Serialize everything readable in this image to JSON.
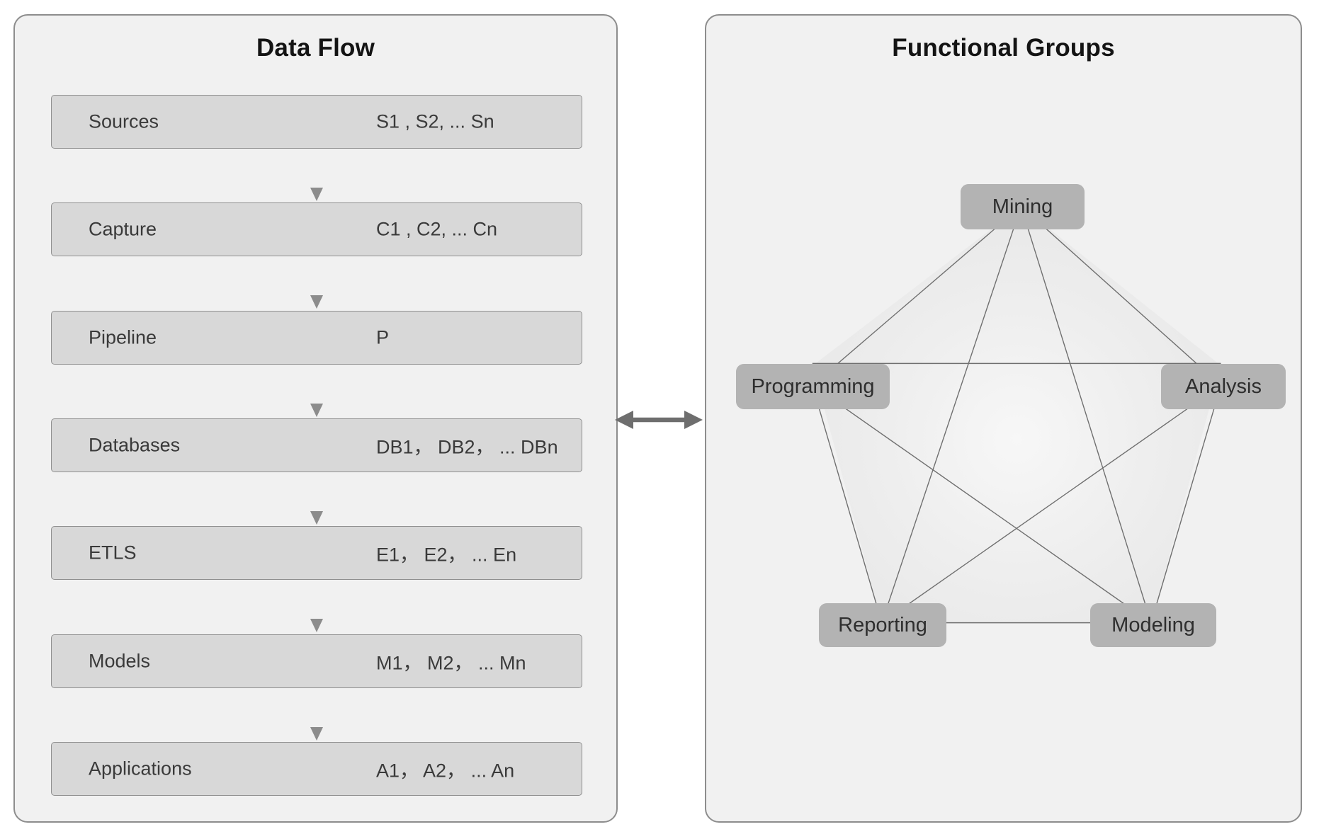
{
  "left_panel": {
    "title": "Data Flow",
    "rows": [
      {
        "label": "Sources",
        "value": "S1 , S2, ... Sn"
      },
      {
        "label": "Capture",
        "value": "C1 , C2, ... Cn"
      },
      {
        "label": "Pipeline",
        "value": "P"
      },
      {
        "label": "Databases",
        "value": "DB1， DB2， ... DBn"
      },
      {
        "label": "ETLS",
        "value": "E1， E2， ... En"
      },
      {
        "label": "Models",
        "value": "M1， M2， ... Mn"
      },
      {
        "label": "Applications",
        "value": "A1， A2， ... An"
      }
    ],
    "flow_direction": "top-to-bottom"
  },
  "connector": {
    "type": "double-headed-arrow",
    "meaning": "bidirectional link between Data Flow and Functional Groups"
  },
  "right_panel": {
    "title": "Functional Groups",
    "nodes": [
      {
        "id": "mining",
        "label": "Mining"
      },
      {
        "id": "programming",
        "label": "Programming"
      },
      {
        "id": "analysis",
        "label": "Analysis"
      },
      {
        "id": "reporting",
        "label": "Reporting"
      },
      {
        "id": "modeling",
        "label": "Modeling"
      }
    ],
    "edges": [
      [
        "mining",
        "programming"
      ],
      [
        "mining",
        "analysis"
      ],
      [
        "mining",
        "reporting"
      ],
      [
        "mining",
        "modeling"
      ],
      [
        "programming",
        "analysis"
      ],
      [
        "programming",
        "reporting"
      ],
      [
        "programming",
        "modeling"
      ],
      [
        "analysis",
        "reporting"
      ],
      [
        "analysis",
        "modeling"
      ],
      [
        "reporting",
        "modeling"
      ]
    ]
  },
  "colors": {
    "page_background": "#ffffff",
    "panel_background": "#f1f1f1",
    "panel_border": "#8d8d8d",
    "row_fill": "#d8d8d8",
    "row_border": "#8f8f8f",
    "node_fill": "#b3b3b3",
    "edge_stroke": "#6f6f6f",
    "arrow_gray": "#8c8c8c",
    "connector_gray": "#6e6e6e",
    "text_dark": "#3a3a3a"
  }
}
